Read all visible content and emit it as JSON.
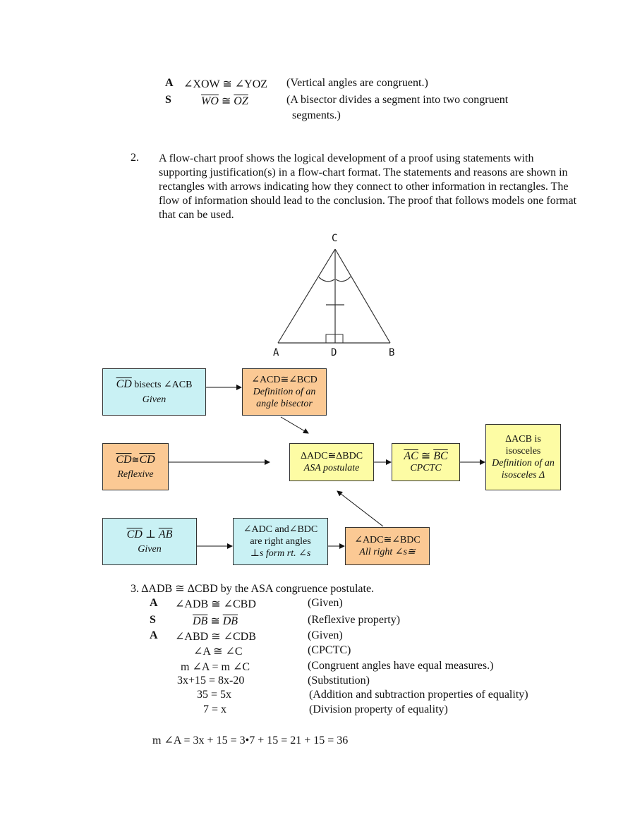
{
  "top_proof": {
    "rows": [
      {
        "letter": "A",
        "stmt": "∠XOW ≅ ∠YOZ",
        "reason": "(Vertical angles are congruent.)"
      },
      {
        "letter": "S",
        "stmt_a": "WO",
        "sym": " ≅ ",
        "stmt_b": "OZ",
        "reason": "(A bisector divides a segment into two congruent",
        "reason2": "segments.)"
      }
    ]
  },
  "item2": {
    "number": "2.",
    "text": "A flow-chart proof shows the logical development of  a proof using statements with supporting justification(s) in a flow-chart format.  The statements and reasons are shown in rectangles with arrows indicating how they connect to other information in rectangles.  The flow of information should lead to the conclusion.  The proof that follows models one format that can be used."
  },
  "triangle": {
    "label_c": "C",
    "label_a": "A",
    "label_d": "D",
    "label_b": "B"
  },
  "flow": {
    "box1": {
      "seg": "CD",
      "stmt": " bisects ∠ACB",
      "reason": "Given"
    },
    "box2": {
      "stmt": "∠ACD≅∠BCD",
      "reason": "Definition of an angle bisector"
    },
    "box3": {
      "seg_a": "CD",
      "sym": "≅",
      "seg_b": "CD",
      "reason": "Reflexive"
    },
    "box4": {
      "stmt": "ΔADC≅ΔBDC",
      "reason": "ASA postulate"
    },
    "box5": {
      "seg_a": "AC",
      "sym": " ≅ ",
      "seg_b": "BC",
      "reason": "CPCTC"
    },
    "box6": {
      "stmt": "ΔACB is isosceles",
      "reason": "Definition of an isosceles Δ"
    },
    "box7": {
      "seg_a": "CD",
      "sym": " ⊥ ",
      "seg_b": "AB",
      "reason": "Given"
    },
    "box8": {
      "stmt": "∠ADC and∠BDC are right angles",
      "reason": "⊥s form rt. ∠s"
    },
    "box9": {
      "stmt": "∠ADC≅∠BDC",
      "reason": "All right ∠s≅"
    }
  },
  "item3": {
    "heading": "3.   ΔADB ≅ ΔCBD by the ASA congruence postulate.",
    "rows": [
      {
        "letter": "A",
        "stmt": "∠ADB ≅ ∠CBD",
        "reason": "(Given)"
      },
      {
        "letter": "S",
        "seg_a": "DB",
        "sym": " ≅ ",
        "seg_b": "DB",
        "reason": "(Reflexive property)"
      },
      {
        "letter": "A",
        "stmt": "∠ABD ≅ ∠CDB",
        "reason": "(Given)"
      },
      {
        "letter": "",
        "stmt": "∠A ≅ ∠C",
        "reason": "(CPCTC)"
      },
      {
        "letter": "",
        "stmt": "m ∠A = m ∠C",
        "reason": "(Congruent angles have equal measures.)"
      },
      {
        "letter": "",
        "stmt": "3x+15 = 8x-20",
        "reason": "(Substitution)"
      },
      {
        "letter": "",
        "stmt": "35 = 5x",
        "reason": "(Addition and subtraction properties of equality)"
      },
      {
        "letter": "",
        "stmt": "7 = x",
        "reason": "(Division property of equality)"
      }
    ],
    "final": "m ∠A = 3x + 15 = 3•7 + 15 = 21 + 15 = 36"
  }
}
